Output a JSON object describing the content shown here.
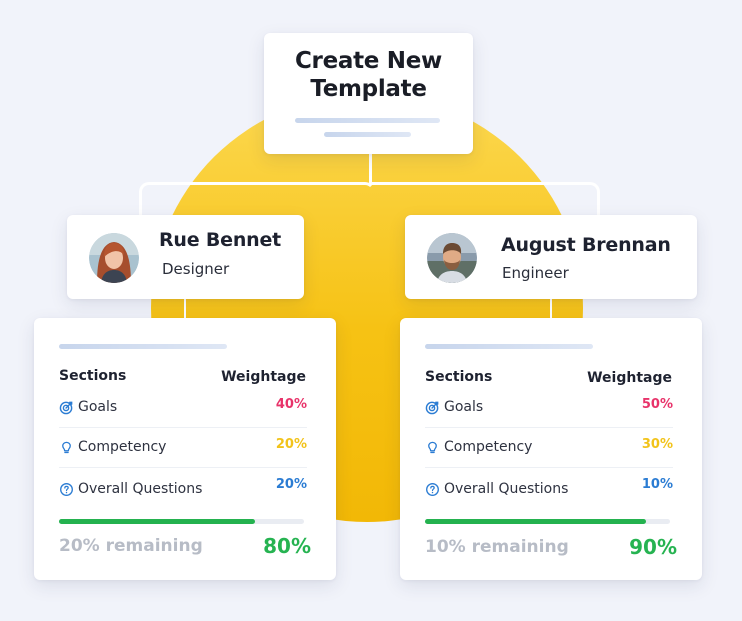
{
  "template": {
    "title_line1": "Create New",
    "title_line2": "Template"
  },
  "people": [
    {
      "name": "Rue Bennet",
      "role": "Designer",
      "sections_header": "Sections",
      "weightage_header": "Weightage",
      "rows": [
        {
          "label": "Goals",
          "value": "40%",
          "icon": "target-icon",
          "color": "#e8336a"
        },
        {
          "label": "Competency",
          "value": "20%",
          "icon": "lightbulb-icon",
          "color": "#f2c31a"
        },
        {
          "label": "Overall Questions",
          "value": "20%",
          "icon": "question-circle-icon",
          "color": "#2b7cd3"
        }
      ],
      "progress": 0.8,
      "remaining_text": "20% remaining",
      "total_text": "80%"
    },
    {
      "name": "August Brennan",
      "role": "Engineer",
      "sections_header": "Sections",
      "weightage_header": "Weightage",
      "rows": [
        {
          "label": "Goals",
          "value": "50%",
          "icon": "target-icon",
          "color": "#e8336a"
        },
        {
          "label": "Competency",
          "value": "30%",
          "icon": "lightbulb-icon",
          "color": "#f2c31a"
        },
        {
          "label": "Overall Questions",
          "value": "10%",
          "icon": "question-circle-icon",
          "color": "#2b7cd3"
        }
      ],
      "progress": 0.9,
      "remaining_text": "10% remaining",
      "total_text": "90%"
    }
  ],
  "colors": {
    "background": "#f1f3fa",
    "accent_yellow": "#f6c214",
    "progress_green": "#24b24f",
    "icon_blue": "#2b7cd3"
  }
}
